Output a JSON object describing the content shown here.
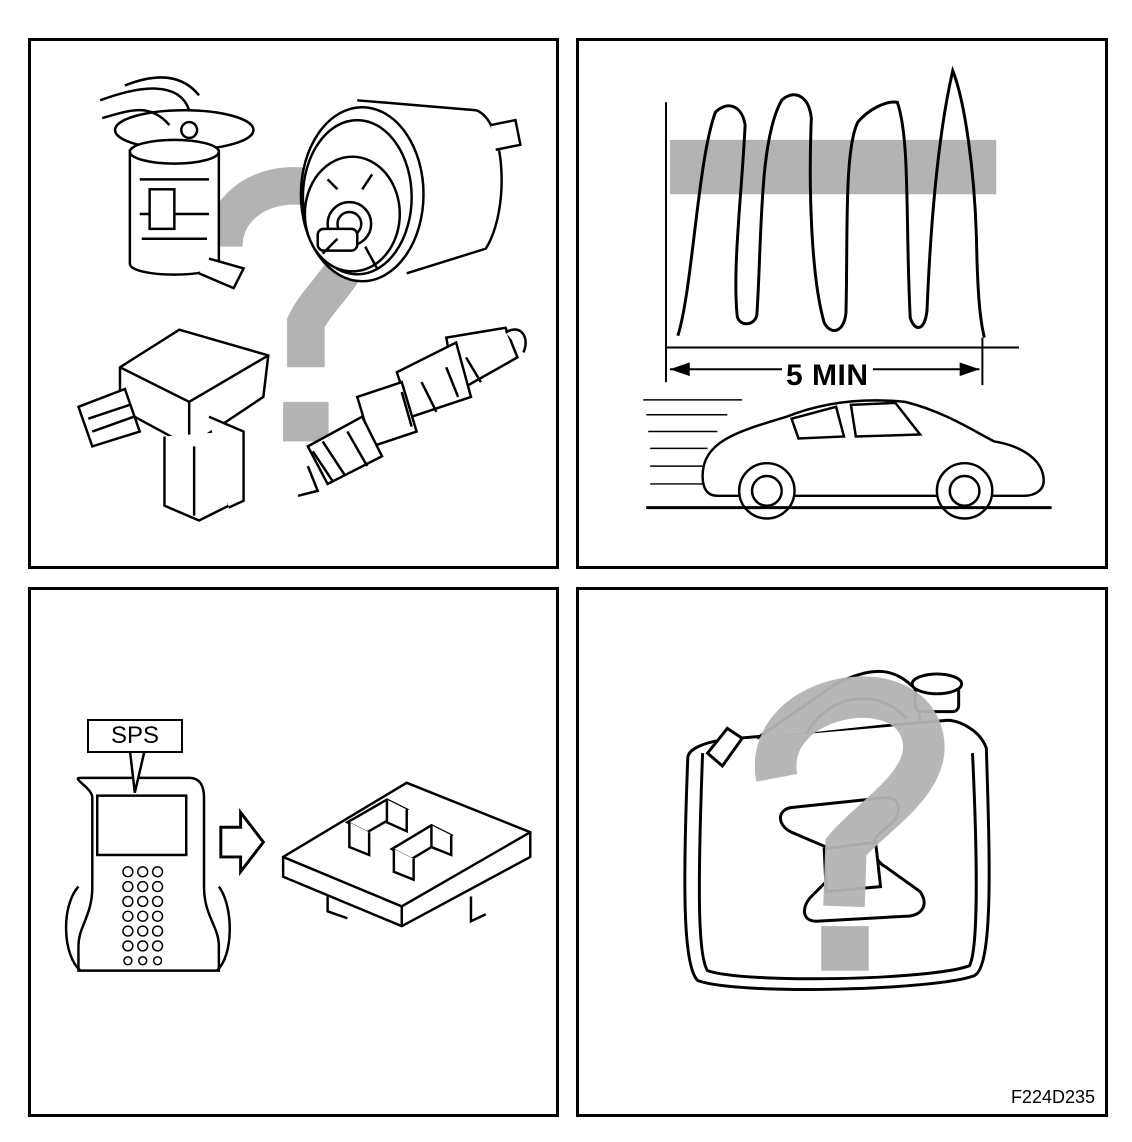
{
  "panels": [
    {
      "id": "components",
      "question_mark": true,
      "icons": [
        "fuel-pump-icon",
        "pressure-regulator-icon",
        "mass-airflow-sensor-icon",
        "oxygen-sensor-icon"
      ]
    },
    {
      "id": "drive-cycle",
      "time_label": "5 MIN",
      "icons": [
        "car-icon",
        "graph-icon"
      ]
    },
    {
      "id": "programming",
      "tool_label": "SPS",
      "icons": [
        "scan-tool-icon",
        "arrow-right-icon",
        "control-module-icon"
      ]
    },
    {
      "id": "fuel-quality",
      "question_mark": true,
      "icons": [
        "fuel-canister-icon"
      ]
    }
  ],
  "figure_code": "F224D235",
  "colors": {
    "line": "#000000",
    "highlight": "#b3b3b3",
    "background": "#ffffff"
  }
}
